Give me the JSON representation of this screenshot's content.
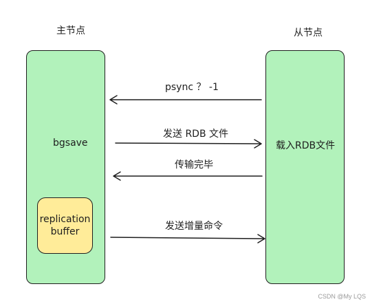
{
  "nodes": {
    "master_title": "主节点",
    "slave_title": "从节点",
    "master_action": "bgsave",
    "slave_action": "载入RDB文件",
    "buffer_line1": "replication",
    "buffer_line2": "buffer"
  },
  "messages": [
    {
      "label": "psync ？ -1",
      "direction": "slave-to-master"
    },
    {
      "label": "发送 RDB 文件",
      "direction": "master-to-slave"
    },
    {
      "label": "传输完毕",
      "direction": "slave-to-master"
    },
    {
      "label": "发送增量命令",
      "direction": "master-to-slave"
    }
  ],
  "colors": {
    "node_fill": "#b2f2bb",
    "buffer_fill": "#ffec99",
    "stroke": "#1e1e1e"
  },
  "watermark": "CSDN @My LQS"
}
